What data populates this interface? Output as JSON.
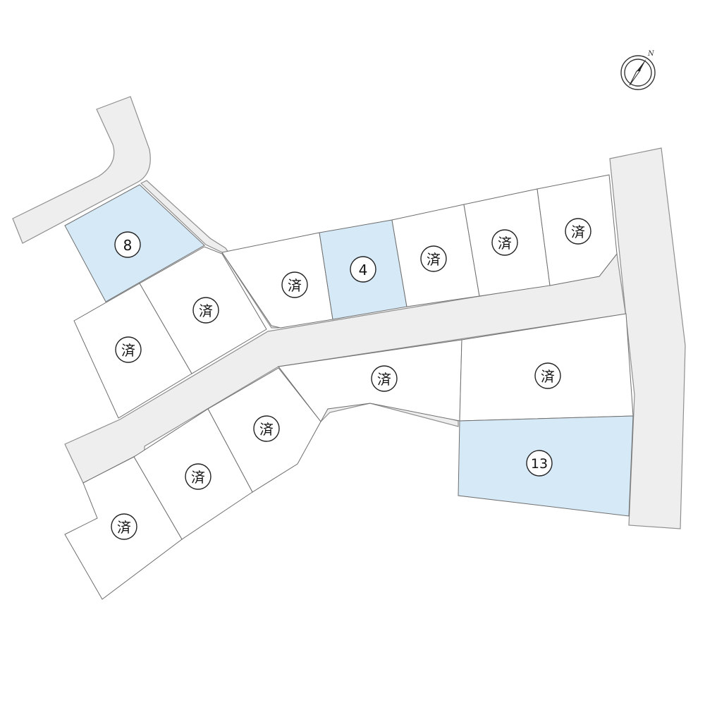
{
  "compass": {
    "north_label": "N",
    "icon": "compass-north-icon"
  },
  "colors": {
    "available": "#d6e9f7",
    "sold": "#ffffff",
    "road": "#eeeeee"
  },
  "lots": [
    {
      "id": "lot-8",
      "label": "8",
      "status": "available"
    },
    {
      "id": "lot-a",
      "label": "済",
      "status": "sold"
    },
    {
      "id": "lot-b",
      "label": "済",
      "status": "sold"
    },
    {
      "id": "lot-c",
      "label": "済",
      "status": "sold"
    },
    {
      "id": "lot-4",
      "label": "4",
      "status": "available"
    },
    {
      "id": "lot-d",
      "label": "済",
      "status": "sold"
    },
    {
      "id": "lot-e",
      "label": "済",
      "status": "sold"
    },
    {
      "id": "lot-f",
      "label": "済",
      "status": "sold"
    },
    {
      "id": "lot-g",
      "label": "済",
      "status": "sold"
    },
    {
      "id": "lot-h",
      "label": "済",
      "status": "sold"
    },
    {
      "id": "lot-i",
      "label": "済",
      "status": "sold"
    },
    {
      "id": "lot-j",
      "label": "済",
      "status": "sold"
    },
    {
      "id": "lot-k",
      "label": "済",
      "status": "sold"
    },
    {
      "id": "lot-13",
      "label": "13",
      "status": "available"
    }
  ]
}
